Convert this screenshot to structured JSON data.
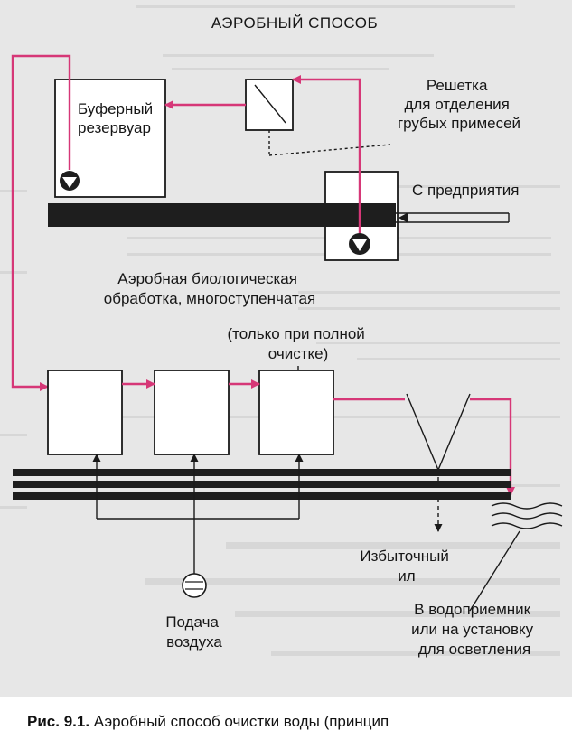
{
  "diagram": {
    "title": "АЭРОБНЫЙ СПОСОБ",
    "buffer_tank": [
      "Буферный",
      "резервуар"
    ],
    "screen": [
      "Решетка",
      "для отделения",
      "грубых примесей"
    ],
    "source": "С предприятия",
    "aerobic_treatment": [
      "Аэробная биологическая",
      "обработка, многоступенчатая"
    ],
    "full_treatment_note": [
      "(только при полной",
      "очистке)"
    ],
    "excess_sludge": [
      "Избыточный",
      "ил"
    ],
    "air_supply": [
      "Подача",
      "воздуха"
    ],
    "discharge": [
      "В водоприемник",
      "или на установку",
      "для осветления"
    ]
  },
  "caption": {
    "number": "Рис. 9.1.",
    "text": "Аэробный способ очистки воды (принцип"
  },
  "colors": {
    "pipe": "#d63777",
    "ink": "#1a1a1a",
    "paper": "#e7e7e7"
  }
}
